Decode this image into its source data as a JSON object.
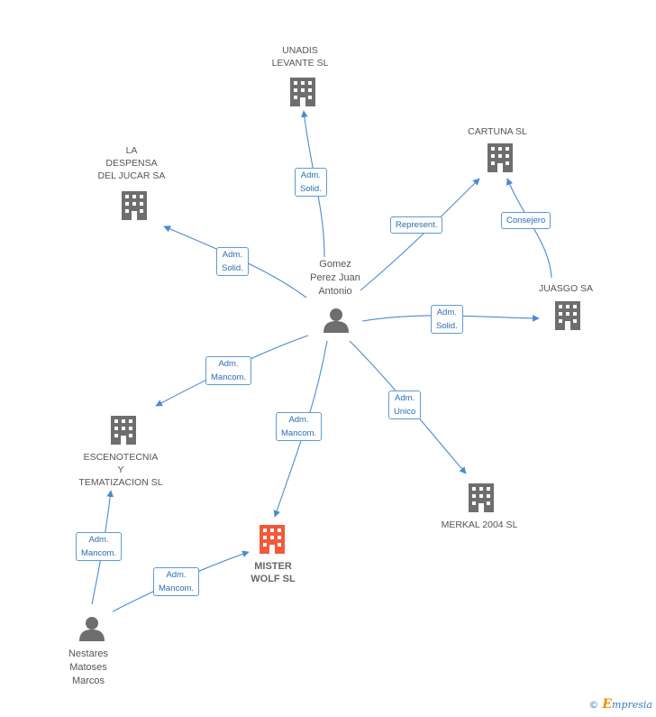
{
  "colors": {
    "edge": "#4a8ad4",
    "building": "#6e6e6e",
    "focus_building": "#f05a3a",
    "person": "#6e6e6e",
    "badge_border": "#5b9bd5"
  },
  "nodes": {
    "unadis": {
      "label": "UNADIS\nLEVANTE SL",
      "icon": "building-icon"
    },
    "cartuna": {
      "label": "CARTUNA SL",
      "icon": "building-icon"
    },
    "despensa": {
      "label": "LA\nDESPENSA\nDEL JUCAR SA",
      "icon": "building-icon"
    },
    "juasgo": {
      "label": "JUASGO SA",
      "icon": "building-icon"
    },
    "gomez": {
      "label": "Gomez\nPerez Juan\nAntonio",
      "icon": "person-icon"
    },
    "escenotecnia": {
      "label": "ESCENOTECNIA\nY\nTEMATIZACION SL",
      "icon": "building-icon"
    },
    "merkal": {
      "label": "MERKAL 2004 SL",
      "icon": "building-icon"
    },
    "mister": {
      "label": "MISTER\nWOLF SL",
      "icon": "building-icon"
    },
    "nestares": {
      "label": "Nestares\nMatoses\nMarcos",
      "icon": "person-icon"
    }
  },
  "relations": {
    "unadis": "Adm.\nSolid.",
    "despensa": "Adm.\nSolid.",
    "cartuna": "Represent.",
    "juasgo_cartuna": "Consejero",
    "juasgo": "Adm.\nSolid.",
    "escenotecnia": "Adm.\nMancom.",
    "mister": "Adm.\nMancom.",
    "merkal": "Adm.\nUnico",
    "nestares_escenotecnia": "Adm.\nMancom.",
    "nestares_mister": "Adm.\nMancom."
  },
  "footer": {
    "copyright": "©",
    "brand_initial": "E",
    "brand_rest": "mpresia"
  }
}
